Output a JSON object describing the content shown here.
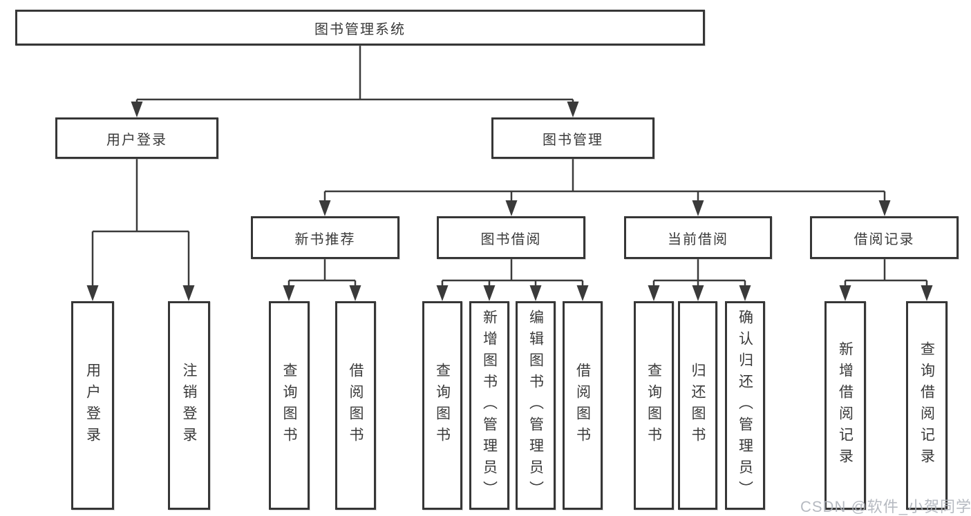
{
  "diagram": {
    "title": "图书管理系统",
    "root": {
      "label": "图书管理系统"
    },
    "branches": [
      {
        "label": "用户登录"
      },
      {
        "label": "图书管理"
      }
    ],
    "sections": [
      {
        "label": "新书推荐"
      },
      {
        "label": "图书借阅"
      },
      {
        "label": "当前借阅"
      },
      {
        "label": "借阅记录"
      }
    ],
    "leaves": [
      {
        "label": "用户登录",
        "parent": "用户登录"
      },
      {
        "label": "注销登录",
        "parent": "用户登录"
      },
      {
        "label": "查询图书",
        "parent": "新书推荐"
      },
      {
        "label": "借阅图书",
        "parent": "新书推荐"
      },
      {
        "label": "查询图书",
        "parent": "图书借阅"
      },
      {
        "label": "新增图书（管理员）",
        "parent": "图书借阅"
      },
      {
        "label": "编辑图书（管理员）",
        "parent": "图书借阅"
      },
      {
        "label": "借阅图书",
        "parent": "图书借阅"
      },
      {
        "label": "查询图书",
        "parent": "当前借阅"
      },
      {
        "label": "归还图书",
        "parent": "当前借阅"
      },
      {
        "label": "确认归还（管理员）",
        "parent": "当前借阅"
      },
      {
        "label": "新增借阅记录",
        "parent": "借阅记录"
      },
      {
        "label": "查询借阅记录",
        "parent": "借阅记录"
      }
    ]
  },
  "watermark": {
    "text": "CSDN @软件_小贺同学"
  },
  "colors": {
    "line": "#3a3a3a",
    "border": "#363636",
    "text": "#3a3a3a",
    "background": "#ffffff",
    "watermark": "#aeb3ba"
  }
}
